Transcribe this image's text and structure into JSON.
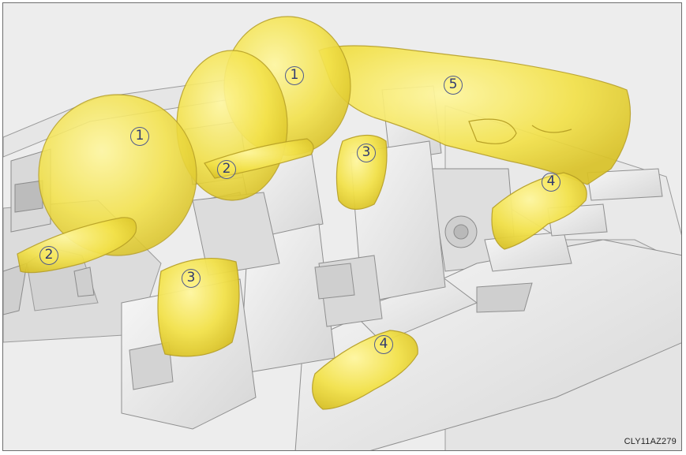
{
  "figure": {
    "code": "CLY11AZ279",
    "callouts": [
      {
        "id": "front-airbag-driver",
        "label": "1"
      },
      {
        "id": "front-airbag-passenger",
        "label": "1"
      },
      {
        "id": "knee-airbag-driver",
        "label": "2"
      },
      {
        "id": "knee-airbag-passenger",
        "label": "2"
      },
      {
        "id": "front-seat-side-airbag-driver",
        "label": "3"
      },
      {
        "id": "front-seat-side-airbag-passenger",
        "label": "3"
      },
      {
        "id": "rear-side-airbag-near",
        "label": "4"
      },
      {
        "id": "rear-side-airbag-far",
        "label": "4"
      },
      {
        "id": "curtain-shield-airbag",
        "label": "5"
      }
    ],
    "colors": {
      "background": "#ededed",
      "airbag_fill": "#f3e24a",
      "airbag_outline": "#b8a126",
      "interior_line": "#8c8c8c",
      "callout_outline": "#4f5a8e"
    }
  }
}
